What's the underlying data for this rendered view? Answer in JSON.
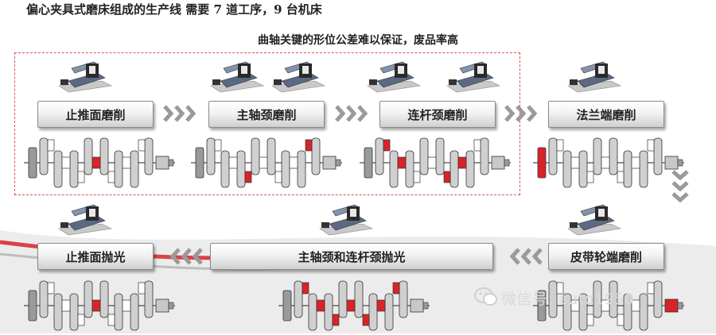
{
  "title": "偏心夹具式磨床组成的生产线 需要 7 道工序，9 台机床",
  "note": "曲轴关键的形位公差难以保证，废品率高",
  "steps": [
    {
      "label": "止推面磨削"
    },
    {
      "label": "主轴颈磨削"
    },
    {
      "label": "连杆颈磨削"
    },
    {
      "label": "法兰端磨削"
    },
    {
      "label": "皮带轮端磨削"
    },
    {
      "label": "主轴颈和连杆颈抛光"
    },
    {
      "label": "止推面抛光"
    }
  ],
  "watermark": "微信号: auto1950",
  "colors": {
    "highlight": "#d8232a",
    "dashed_border": "#e05050",
    "arrow": "#9a9a9a",
    "swoosh": "#e8e8e8"
  }
}
